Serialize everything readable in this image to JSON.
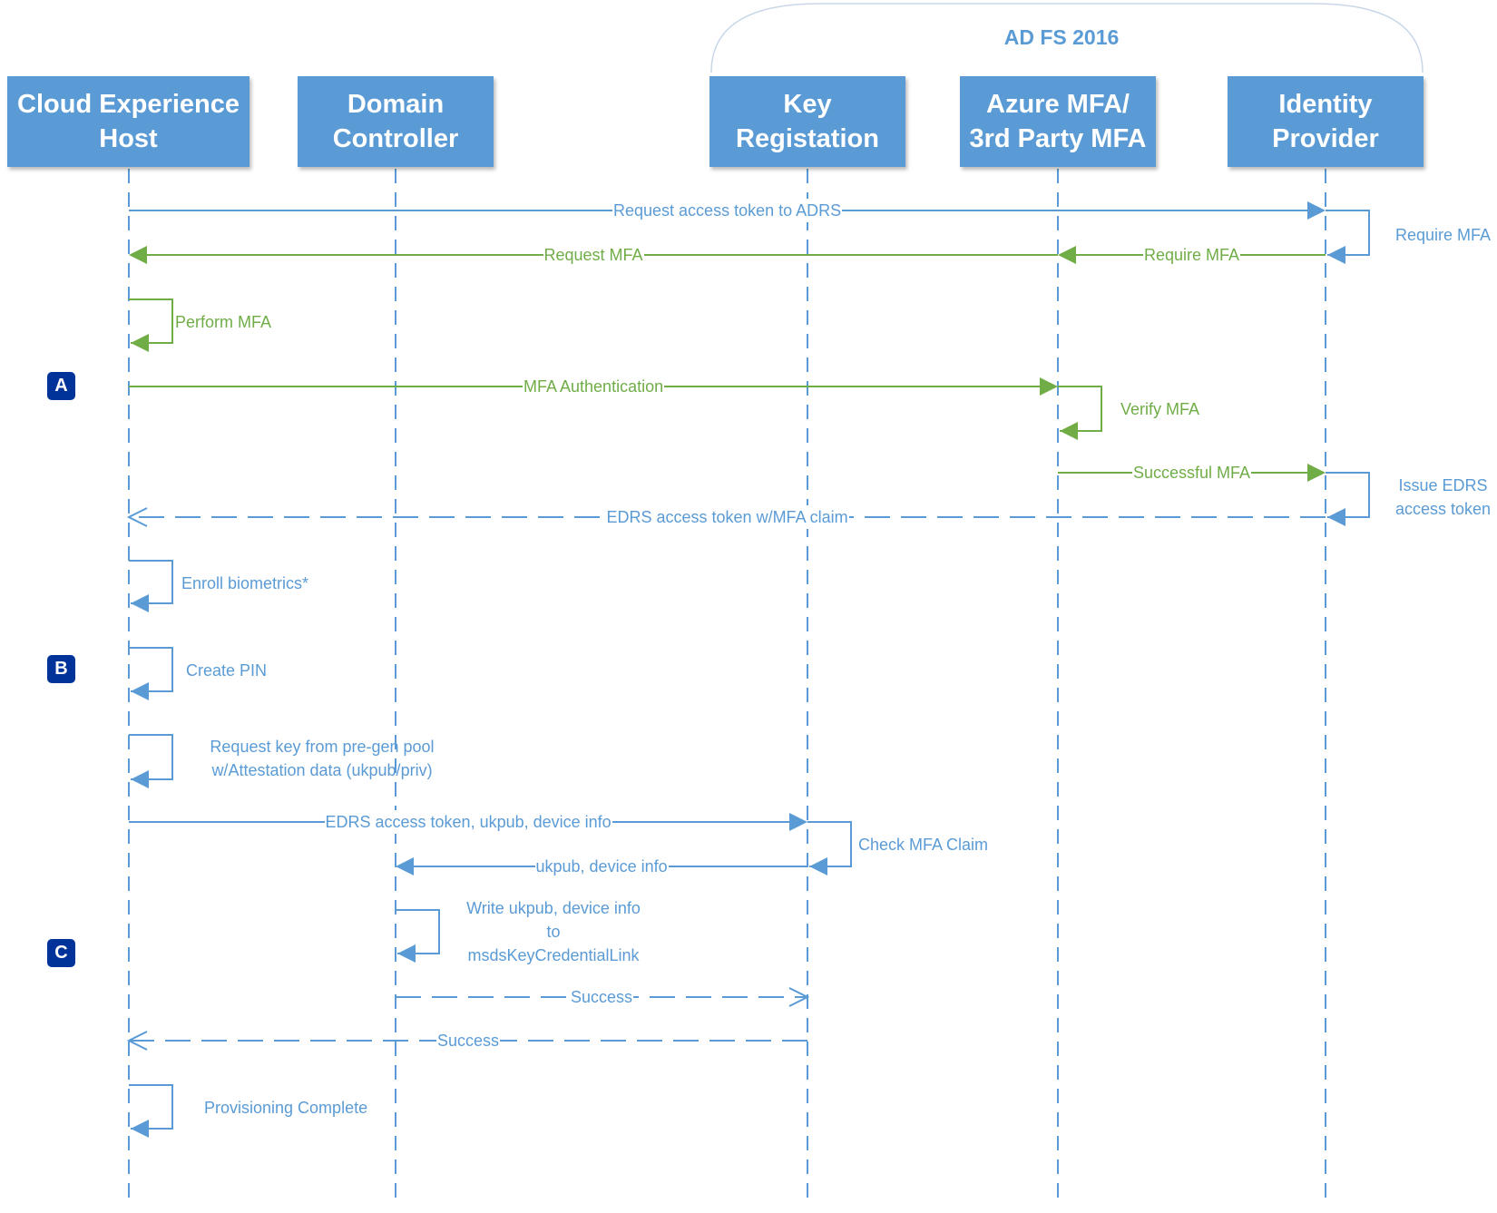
{
  "group": {
    "label": "AD FS 2016"
  },
  "actors": [
    {
      "id": "cloud-experience-host",
      "label": "Cloud Experience\nHost"
    },
    {
      "id": "domain-controller",
      "label": "Domain\nController"
    },
    {
      "id": "key-registration",
      "label": "Key\nRegistation"
    },
    {
      "id": "azure-mfa",
      "label": "Azure MFA/\n3rd Party MFA"
    },
    {
      "id": "identity-provider",
      "label": "Identity\nProvider"
    }
  ],
  "phases": [
    {
      "id": "a",
      "label": "A"
    },
    {
      "id": "b",
      "label": "B"
    },
    {
      "id": "c",
      "label": "C"
    }
  ],
  "colors": {
    "blue": "#5b9bd5",
    "green": "#70ad47",
    "marker": "#003399"
  },
  "messages": [
    {
      "from": "cloud-experience-host",
      "to": "identity-provider",
      "label": "Request access token to ADRS",
      "color": "blue",
      "style": "solid"
    },
    {
      "from": "identity-provider",
      "to": "identity-provider",
      "label": "Require MFA",
      "color": "blue",
      "style": "self"
    },
    {
      "from": "identity-provider",
      "to": "azure-mfa",
      "label": "Require MFA",
      "color": "green",
      "style": "solid"
    },
    {
      "from": "azure-mfa",
      "to": "cloud-experience-host",
      "label": "Request MFA",
      "color": "green",
      "style": "solid"
    },
    {
      "from": "cloud-experience-host",
      "to": "cloud-experience-host",
      "label": "Perform MFA",
      "color": "green",
      "style": "self"
    },
    {
      "from": "cloud-experience-host",
      "to": "azure-mfa",
      "label": "MFA Authentication",
      "color": "green",
      "style": "solid"
    },
    {
      "from": "azure-mfa",
      "to": "azure-mfa",
      "label": "Verify MFA",
      "color": "green",
      "style": "self"
    },
    {
      "from": "azure-mfa",
      "to": "identity-provider",
      "label": "Successful MFA",
      "color": "green",
      "style": "solid"
    },
    {
      "from": "identity-provider",
      "to": "identity-provider",
      "label": "Issue EDRS\naccess token",
      "color": "blue",
      "style": "self"
    },
    {
      "from": "identity-provider",
      "to": "cloud-experience-host",
      "label": "EDRS access token w/MFA claim",
      "color": "blue",
      "style": "dashed"
    },
    {
      "from": "cloud-experience-host",
      "to": "cloud-experience-host",
      "label": "Enroll biometrics*",
      "color": "blue",
      "style": "self"
    },
    {
      "from": "cloud-experience-host",
      "to": "cloud-experience-host",
      "label": "Create PIN",
      "color": "blue",
      "style": "self"
    },
    {
      "from": "cloud-experience-host",
      "to": "cloud-experience-host",
      "label": "Request key from pre-gen pool\nw/Attestation data (ukpub/priv)",
      "color": "blue",
      "style": "self"
    },
    {
      "from": "cloud-experience-host",
      "to": "key-registration",
      "label": "EDRS access token, ukpub, device info",
      "color": "blue",
      "style": "solid"
    },
    {
      "from": "key-registration",
      "to": "key-registration",
      "label": "Check MFA Claim",
      "color": "blue",
      "style": "self"
    },
    {
      "from": "key-registration",
      "to": "domain-controller",
      "label": "ukpub, device info",
      "color": "blue",
      "style": "solid"
    },
    {
      "from": "domain-controller",
      "to": "domain-controller",
      "label": "Write ukpub, device info\nto\nmsdsKeyCredentialLink",
      "color": "blue",
      "style": "self"
    },
    {
      "from": "domain-controller",
      "to": "key-registration",
      "label": "Success",
      "color": "blue",
      "style": "dashed"
    },
    {
      "from": "key-registration",
      "to": "cloud-experience-host",
      "label": "Success",
      "color": "blue",
      "style": "dashed"
    },
    {
      "from": "cloud-experience-host",
      "to": "cloud-experience-host",
      "label": "Provisioning Complete",
      "color": "blue",
      "style": "self"
    }
  ]
}
